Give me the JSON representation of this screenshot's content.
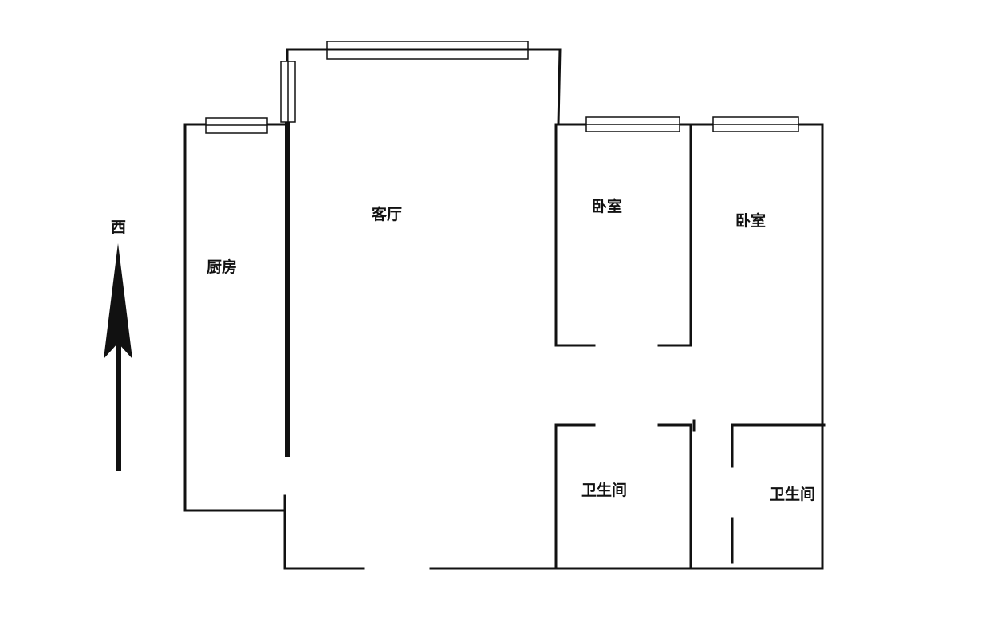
{
  "orientation": {
    "label": "西"
  },
  "rooms": {
    "kitchen": "厨房",
    "living_room": "客厅",
    "bedroom_1": "卧室",
    "bedroom_2": "卧室",
    "bathroom_1": "卫生间",
    "bathroom_2": "卫生间"
  },
  "colors": {
    "wall": "#111111",
    "background": "#ffffff"
  }
}
